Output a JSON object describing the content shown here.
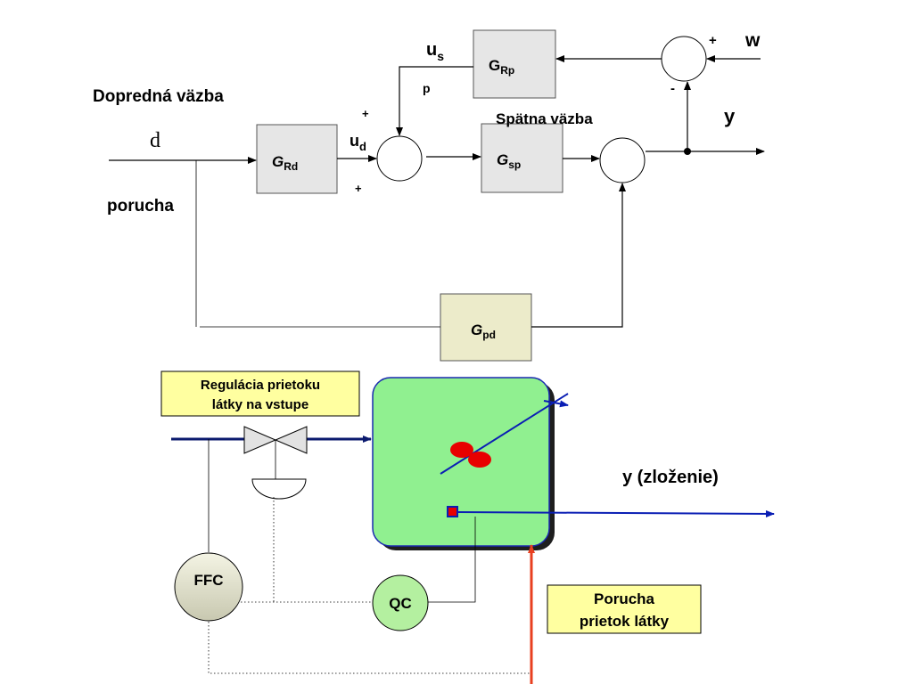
{
  "block_diagram": {
    "blocks": {
      "grp": {
        "main": "G",
        "sub": "Rp"
      },
      "grd": {
        "main": "G",
        "sub": "Rd"
      },
      "gsp": {
        "main": "G",
        "sub": "sp"
      },
      "gpd": {
        "main": "G",
        "sub": "pd"
      }
    },
    "signals": {
      "w": "w",
      "y": "y",
      "us_main": "u",
      "us_sub": "s",
      "us_p": "p",
      "ud_main": "u",
      "ud_sub": "d",
      "d": "d"
    },
    "labels": {
      "feedforward": "Dopredná väzba",
      "feedback": "Spätna väzba",
      "disturbance": "porucha"
    },
    "signs": {
      "top_sum_plus": "+",
      "top_sum_minus": "-",
      "mid_sum_top": "+",
      "mid_sum_bottom": "+"
    }
  },
  "process_diagram": {
    "label_boxes": {
      "inlet_regulation": [
        "Regulácia prietoku",
        "látky na vstupe"
      ],
      "disturbance_flow": [
        "Porucha",
        "prietok látky"
      ]
    },
    "controllers": {
      "ffc": "FFC",
      "qc": "QC"
    },
    "output_label": "y (zloženie)"
  },
  "colors": {
    "block_fill": "#e6e6e6",
    "gpd_fill": "#ecebca",
    "label_box_fill": "#ffffa0",
    "tank_fill": "#90f090",
    "controller_qc_fill": "#b4f0a0",
    "controller_ffc_fill": "#e4e4c8",
    "disturbance_arrow": "#e84020",
    "flow_line": "#0a1eb4",
    "inlet_line": "#0b1a6e",
    "stirrer": "#e80000"
  }
}
